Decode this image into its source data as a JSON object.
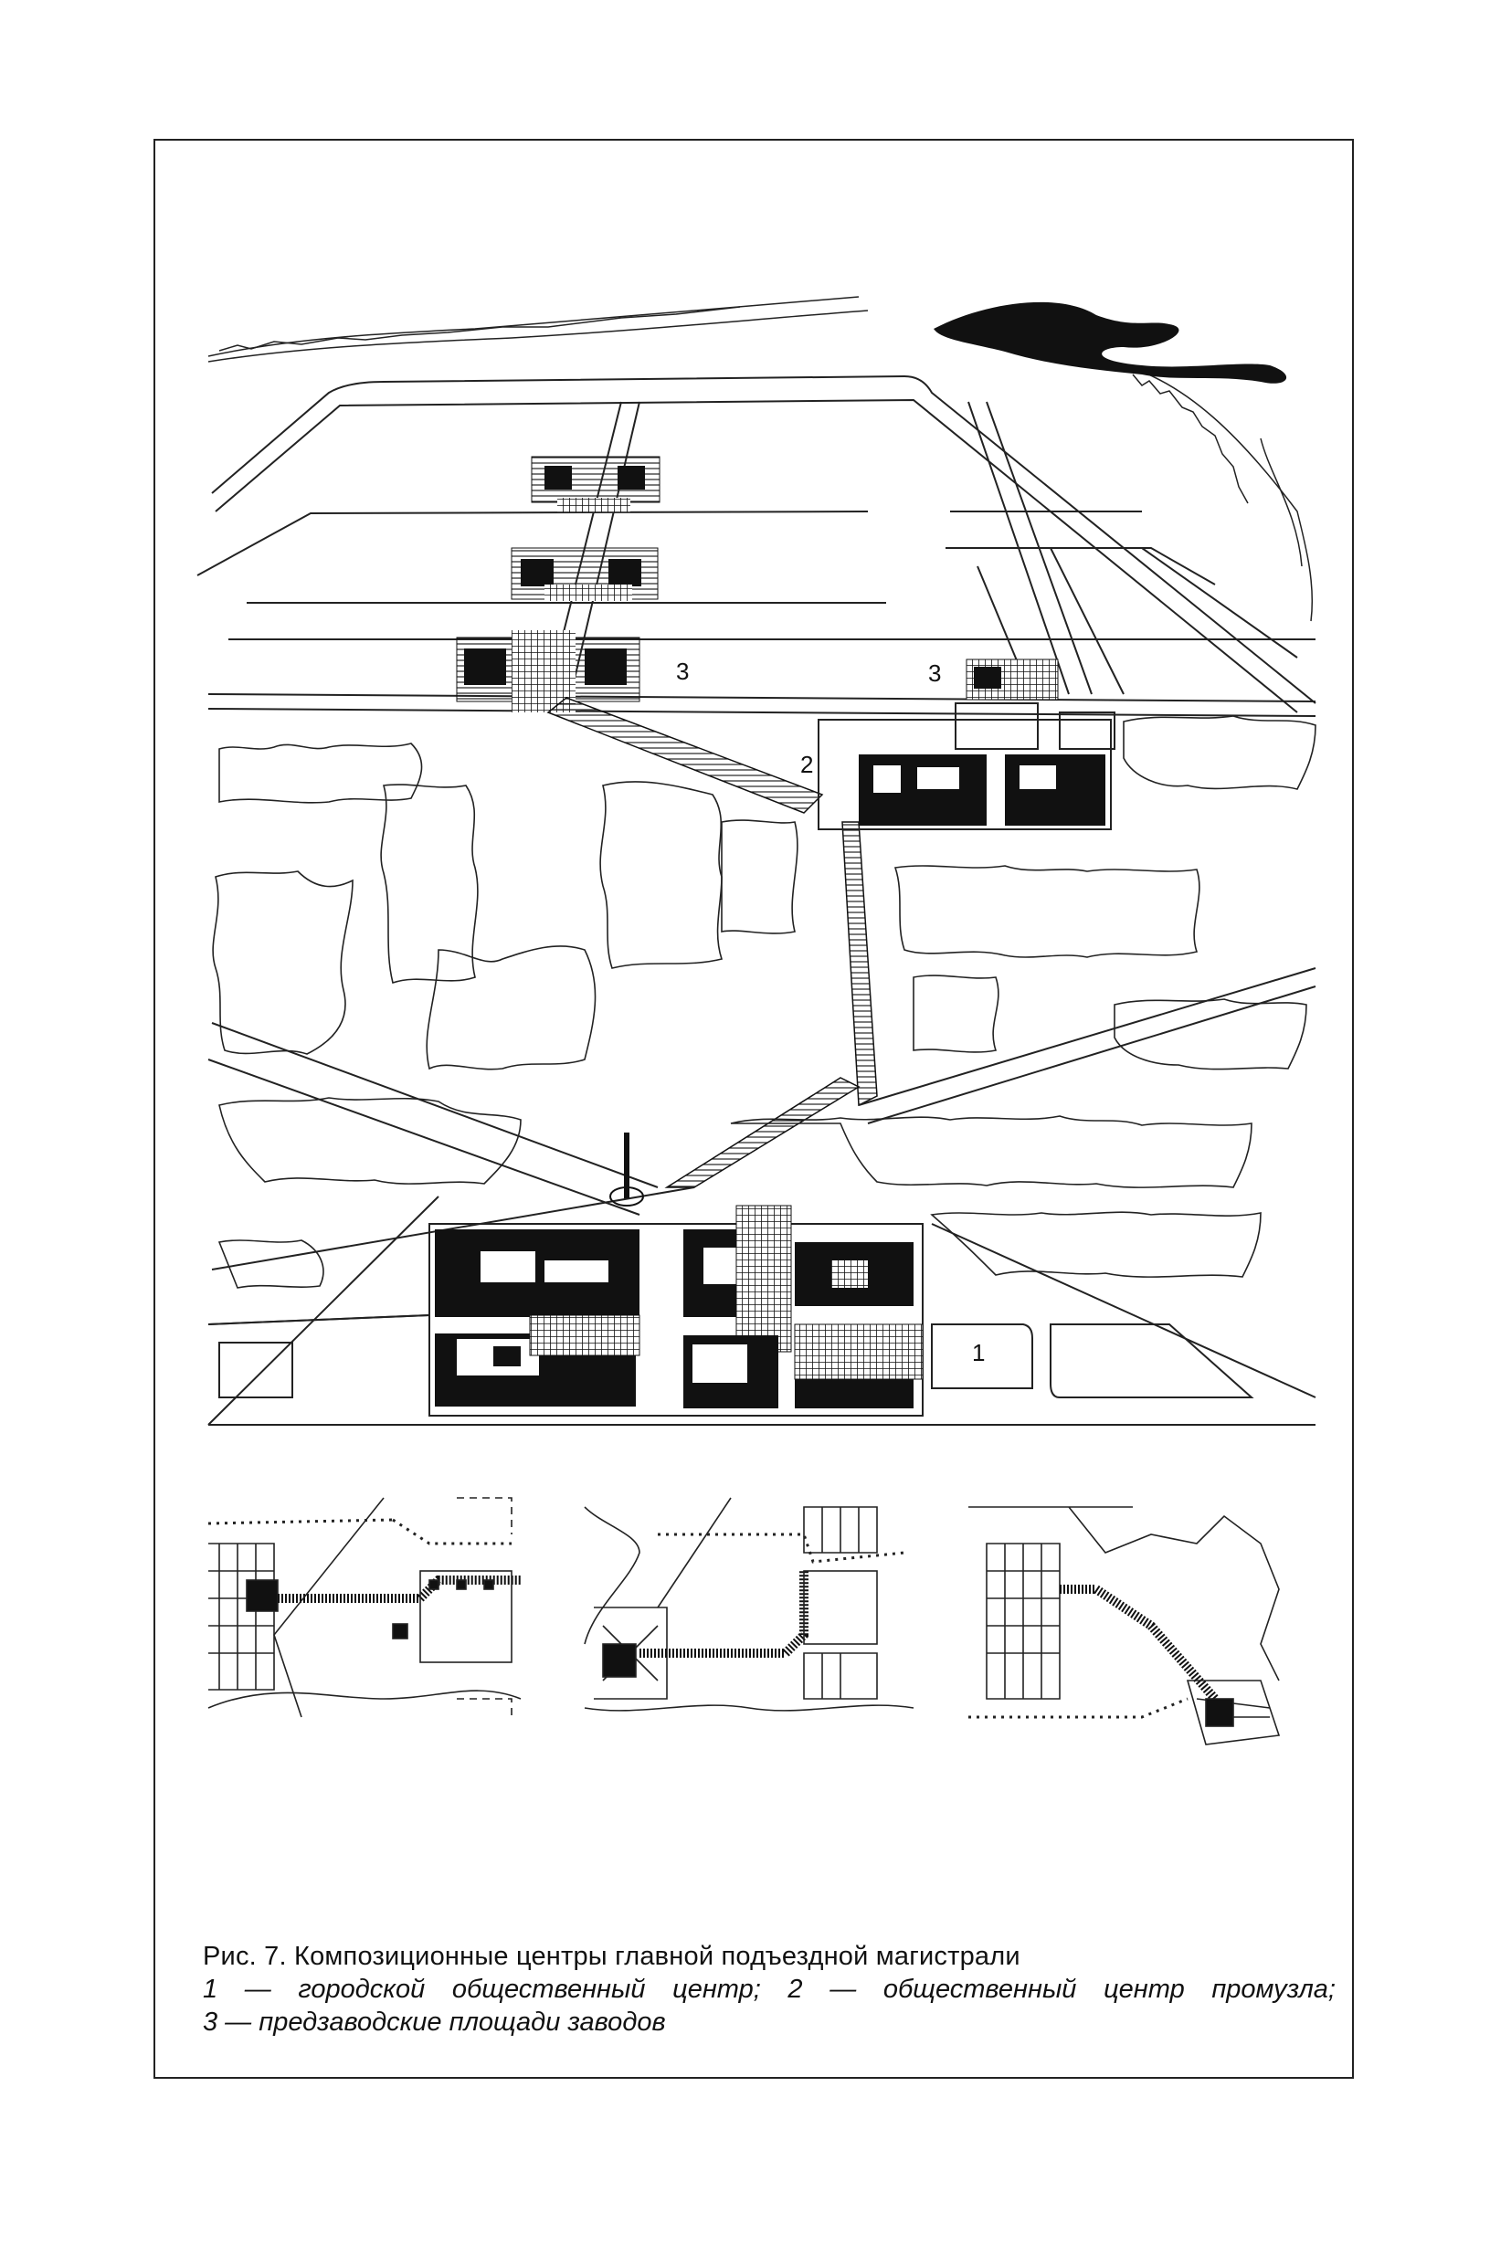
{
  "figure": {
    "labels": {
      "center_1": "1",
      "center_2": "2",
      "plaza_3_left": "3",
      "plaza_3_right": "3"
    },
    "caption": {
      "line1": "Рис. 7. Композиционные центры главной подъездной магистрали",
      "line2": "1 — городской общественный центр; 2 — общественный центр промузла;",
      "line3": "3 — предзаводские площади заводов"
    }
  }
}
